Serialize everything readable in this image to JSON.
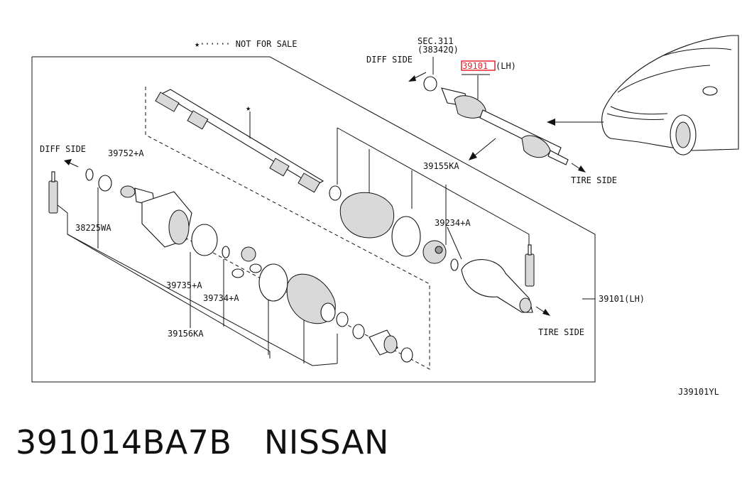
{
  "labels": {
    "not_for_sale": "★······ NOT FOR SALE",
    "sec311": "SEC.311",
    "sec311_part": "(38342Q)",
    "diff_side_top": "DIFF SIDE",
    "highlight_part": "39101",
    "highlight_suffix": "(LH)",
    "diff_side_left": "DIFF SIDE",
    "p39752": "39752+A",
    "p39155": "39155KA",
    "p38225": "38225WA",
    "p39234": "39234+A",
    "tire_side_top": "TIRE SIDE",
    "p39735": "39735+A",
    "p39734": "39734+A",
    "p39101lh": "39101(LH)",
    "p39156": "39156KA",
    "tire_side_bottom": "TIRE SIDE",
    "diagram_code": "J39101YL",
    "star_mark": "★"
  },
  "caption": {
    "part_number": "391014BA7B",
    "brand": "NISSAN"
  },
  "colors": {
    "highlight": "#e3262e",
    "line": "#111111"
  }
}
